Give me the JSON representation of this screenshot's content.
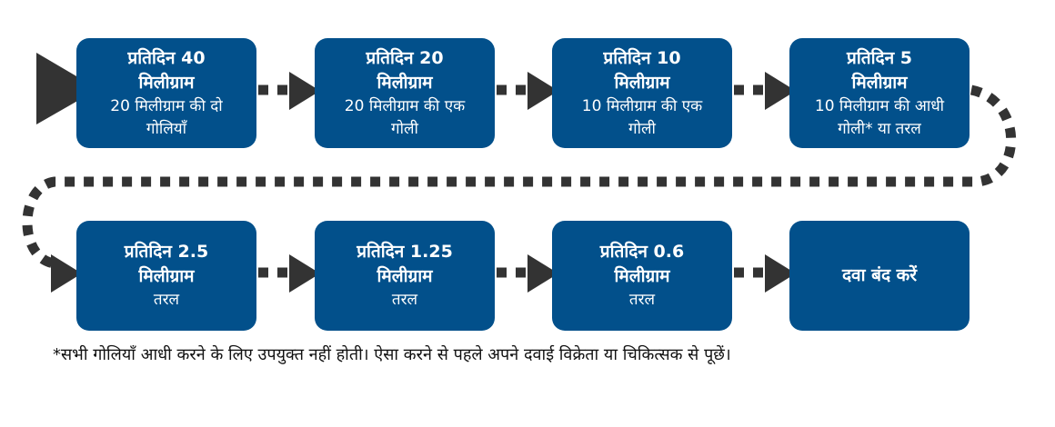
{
  "steps": [
    {
      "title_line1": "प्रतिदिन 40",
      "title_line2": "मिलीग्राम",
      "sub_line1": "20 मिलीग्राम की दो",
      "sub_line2": "गोलियाँ"
    },
    {
      "title_line1": "प्रतिदिन 20",
      "title_line2": "मिलीग्राम",
      "sub_line1": "20 मिलीग्राम की एक",
      "sub_line2": "गोली"
    },
    {
      "title_line1": "प्रतिदिन 10",
      "title_line2": "मिलीग्राम",
      "sub_line1": "10 मिलीग्राम की एक",
      "sub_line2": "गोली"
    },
    {
      "title_line1": "प्रतिदिन 5",
      "title_line2": "मिलीग्राम",
      "sub_line1": "10 मिलीग्राम की आधी",
      "sub_line2": "गोली* या तरल"
    },
    {
      "title_line1": "प्रतिदिन 2.5",
      "title_line2": "मिलीग्राम",
      "sub_line1": "तरल"
    },
    {
      "title_line1": "प्रतिदिन 1.25",
      "title_line2": "मिलीग्राम",
      "sub_line1": "तरल"
    },
    {
      "title_line1": "प्रतिदिन 0.6",
      "title_line2": "मिलीग्राम",
      "sub_line1": "तरल"
    },
    {
      "title_line1": "दवा बंद करें"
    }
  ],
  "footnote": "*सभी गोलियाँ आधी करने के लिए उपयुक्त नहीं होती। ऐसा करने से पहले अपने दवाई विक्रेता या चिकित्सक से पूछें।",
  "colors": {
    "box": "#02508b",
    "connector": "#333333",
    "text": "#ffffff"
  }
}
